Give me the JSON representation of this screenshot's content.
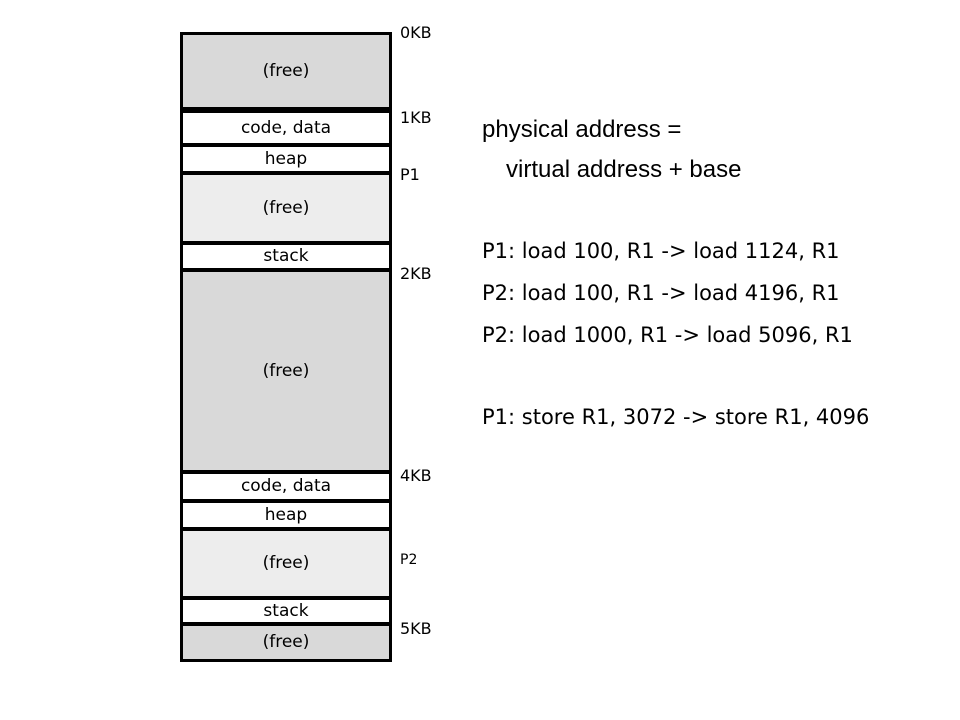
{
  "memory": {
    "segments": [
      {
        "label": "(free)",
        "kind": "free-dark"
      },
      {
        "label": "code, data",
        "kind": "used"
      },
      {
        "label": "heap",
        "kind": "used"
      },
      {
        "label": "(free)",
        "kind": "free-light"
      },
      {
        "label": "stack",
        "kind": "used"
      },
      {
        "label": "(free)",
        "kind": "free-dark"
      },
      {
        "label": "code, data",
        "kind": "used"
      },
      {
        "label": "heap",
        "kind": "used"
      },
      {
        "label": "(free)",
        "kind": "free-light"
      },
      {
        "label": "stack",
        "kind": "used"
      },
      {
        "label": "(free)",
        "kind": "free-dark"
      }
    ],
    "address_labels": [
      "0KB",
      "1KB",
      "P1",
      "2KB",
      "4KB",
      "P2",
      "5KB"
    ]
  },
  "formula": {
    "line1": "physical address =",
    "line2": "virtual address + base"
  },
  "examples": [
    "P1: load 100, R1 -> load 1124, R1",
    "P2: load 100, R1 -> load 4196, R1",
    "P2: load 1000, R1 -> load 5096, R1",
    "P1: store R1, 3072 -> store R1, 4096"
  ],
  "colors": {
    "free_dark": "#d9d9d9",
    "free_light": "#ededed",
    "used": "#ffffff",
    "border": "#000000"
  }
}
